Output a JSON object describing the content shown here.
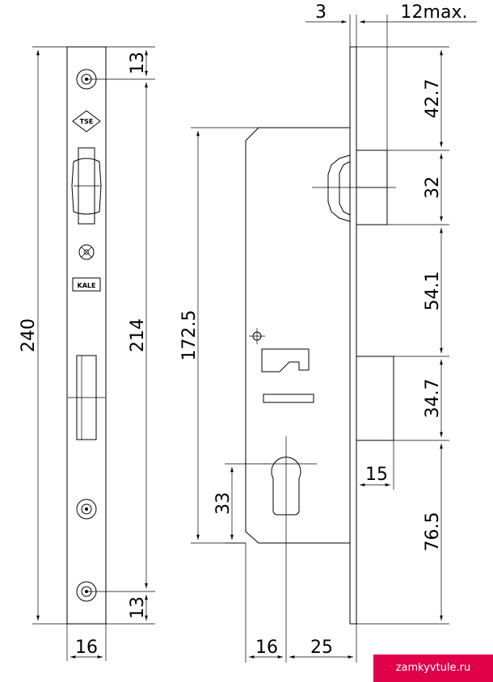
{
  "dimensions": {
    "plate_height": "240",
    "hole_spacing": "214",
    "top_offset": "13",
    "bottom_offset": "13",
    "plate_width": "16",
    "case_height": "172.5",
    "cylinder_pitch": "33",
    "backset_front": "16",
    "backset": "25",
    "plate_thickness": "3",
    "latch_throw": "12max.",
    "seg_1": "42.7",
    "seg_2": "32",
    "seg_3": "54.1",
    "seg_4": "34.7",
    "seg_5": "76.5",
    "bolt_depth": "15"
  },
  "marks": {
    "brand_1": "TSE",
    "brand_2": "KALE"
  },
  "watermark": "zamkyvtule.ru"
}
